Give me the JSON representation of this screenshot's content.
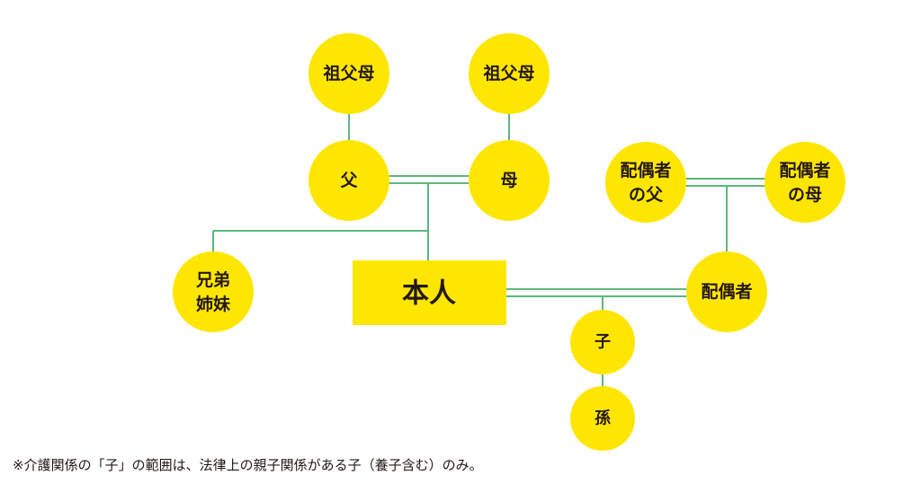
{
  "colors": {
    "node": "#ffe600",
    "line": "#5cb87a",
    "text": "#231815"
  },
  "nodes": {
    "grandparents_paternal": "祖父母",
    "grandparents_maternal": "祖父母",
    "father": "父",
    "mother": "母",
    "siblings_line1": "兄弟",
    "siblings_line2": "姉妹",
    "self": "本人",
    "spouse_father_line1": "配偶者",
    "spouse_father_line2": "の父",
    "spouse_mother_line1": "配偶者",
    "spouse_mother_line2": "の母",
    "spouse": "配偶者",
    "child": "子",
    "grandchild": "孫"
  },
  "footnote": "※介護関係の「子」の範囲は、法律上の親子関係がある子（養子含む）のみ。"
}
